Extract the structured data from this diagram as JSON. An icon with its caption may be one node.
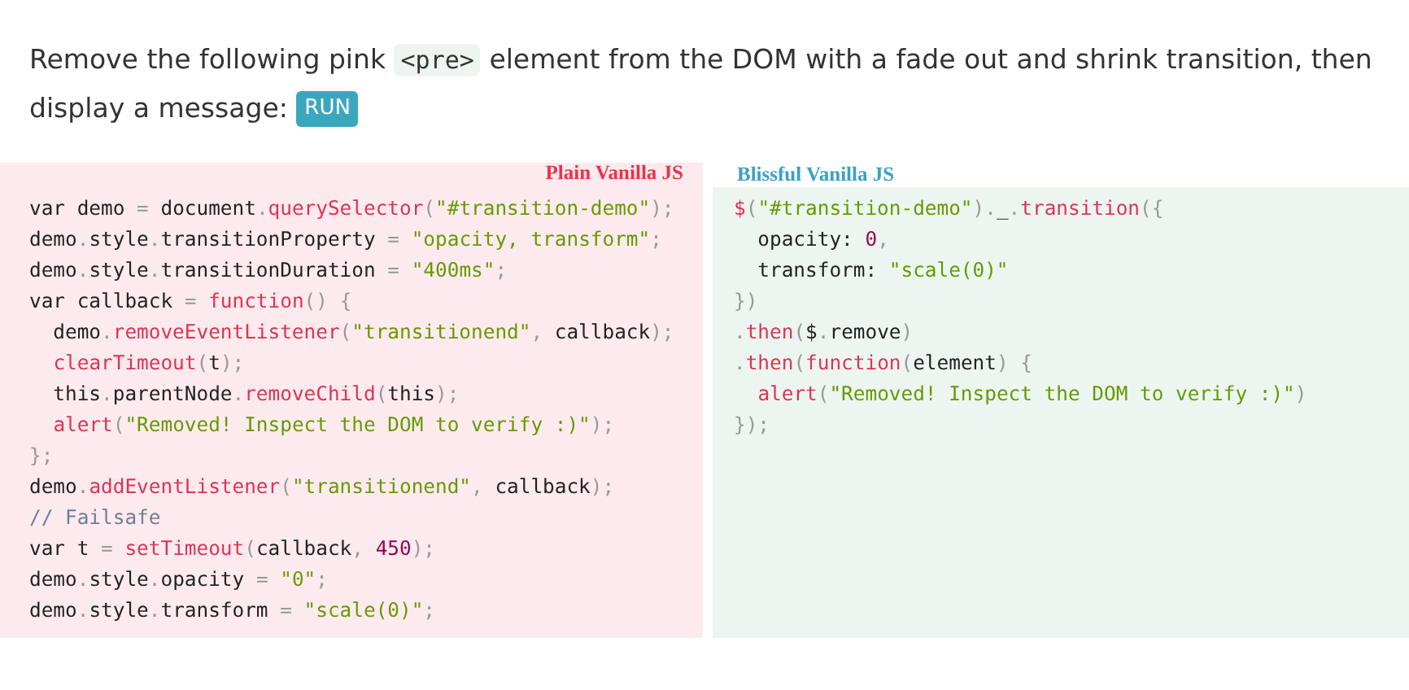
{
  "diagram": {
    "nodes": [
      {
        "text": [
          "Plain Vanilla JS",
          "var demo = document.querySelector(\"#transition-demo\");",
          "demo.style.transitionProperty = \"opacity, transform\";",
          "demo.style.transitionDuration = \"400ms\";",
          "var callback = function() {",
          "  demo.removeEventListener(\"transitionend\", callback);",
          "  clearTimeout(t);",
          "  this.parentNode.removeChild(this);",
          "  alert(\"Removed! Inspect the DOM to verify :)\");",
          "};",
          "demo.addEventListener(\"transitionend\", callback);",
          "// Failsafe",
          "var t = setTimeout(callback, 450);",
          "demo.style.opacity = \"0\";",
          "demo.style.transform = \"scale(0)\";"
        ]
      },
      {
        "text": [
          "Blissful Vanilla JS",
          "$(\"#transition-demo\")._.transition({",
          "  opacity: 0,",
          "  transform: \"scale(0)\"",
          "})",
          ".then($.remove)",
          ".then(function(element) {",
          "  alert(\"Removed! Inspect the DOM to verify :)\")",
          "});"
        ]
      }
    ],
    "labels": [
      "Remove the following pink",
      "<pre>",
      "element from the DOM with a fade out and shrink transition, then display a message:",
      "RUN"
    ]
  }
}
